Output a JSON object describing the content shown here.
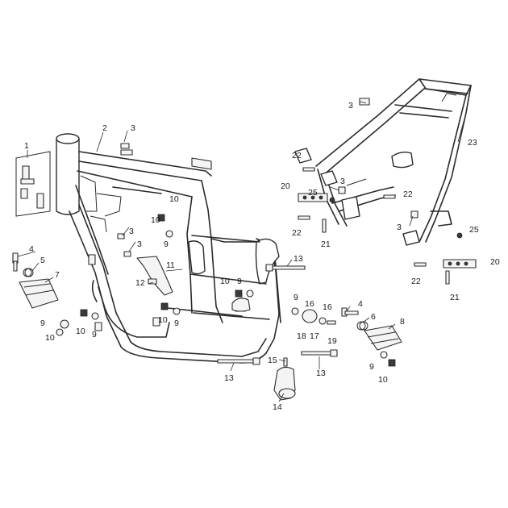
{
  "callouts": {
    "c1": "1",
    "c2": "2",
    "c3a": "3",
    "c3b": "3",
    "c3c": "3",
    "c3d": "3",
    "c3e": "3",
    "c3f": "3",
    "c4a": "4",
    "c4b": "4",
    "c5": "5",
    "c6": "6",
    "c7": "7",
    "c8": "8",
    "c9a": "9",
    "c9b": "9",
    "c9c": "9",
    "c9d": "9",
    "c9e": "9",
    "c9f": "9",
    "c10a": "10",
    "c10b": "10",
    "c10c": "10",
    "c10d": "10",
    "c10e": "10",
    "c10f": "10",
    "c10g": "10",
    "c11": "11",
    "c12": "12",
    "c13a": "13",
    "c13b": "13",
    "c13c": "13",
    "c14": "14",
    "c15": "15",
    "c16a": "16",
    "c16b": "16",
    "c17": "17",
    "c18": "18",
    "c19": "19",
    "c20a": "20",
    "c20b": "20",
    "c21a": "21",
    "c21b": "21",
    "c22a": "22",
    "c22b": "22",
    "c22c": "22",
    "c22d": "22",
    "c23": "23",
    "c25a": "25",
    "c25b": "25"
  },
  "colors": {
    "line": "#2b2b2b",
    "background": "#ffffff"
  }
}
